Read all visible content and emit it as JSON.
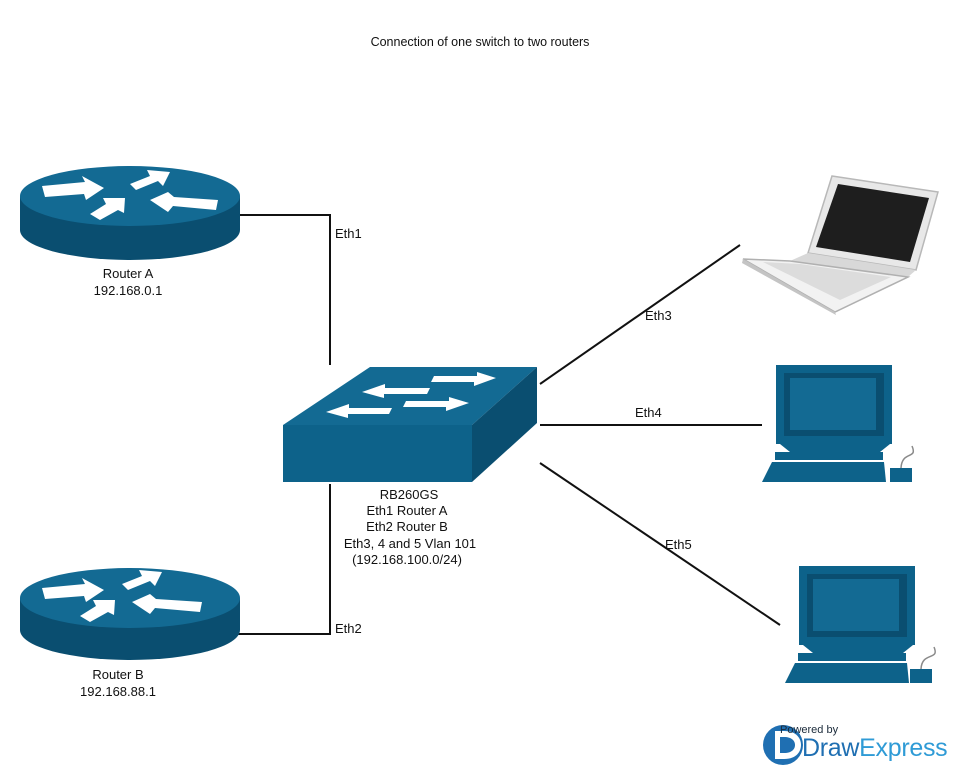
{
  "title": "Connection of one switch to two routers",
  "nodes": {
    "router_a": {
      "name": "Router A",
      "ip": "192.168.0.1",
      "icon": "router-icon"
    },
    "router_b": {
      "name": "Router B",
      "ip": "192.168.88.1",
      "icon": "router-icon"
    },
    "switch": {
      "icon": "switch-icon",
      "lines": [
        "RB260GS",
        "Eth1 Router A",
        "Eth2 Router B",
        "Eth3, 4 and 5 Vlan 101",
        "(192.168.100.0/24)"
      ]
    },
    "laptop": {
      "icon": "laptop-icon"
    },
    "pc_1": {
      "icon": "desktop-computer-icon"
    },
    "pc_2": {
      "icon": "desktop-computer-icon"
    }
  },
  "links": {
    "eth1": "Eth1",
    "eth2": "Eth2",
    "eth3": "Eth3",
    "eth4": "Eth4",
    "eth5": "Eth5"
  },
  "footer": {
    "powered": "Powered by",
    "brand_a": "Draw",
    "brand_b": "Express"
  },
  "colors": {
    "device_blue": "#0d628a",
    "device_dark": "#0a4e70",
    "line": "#111111"
  }
}
